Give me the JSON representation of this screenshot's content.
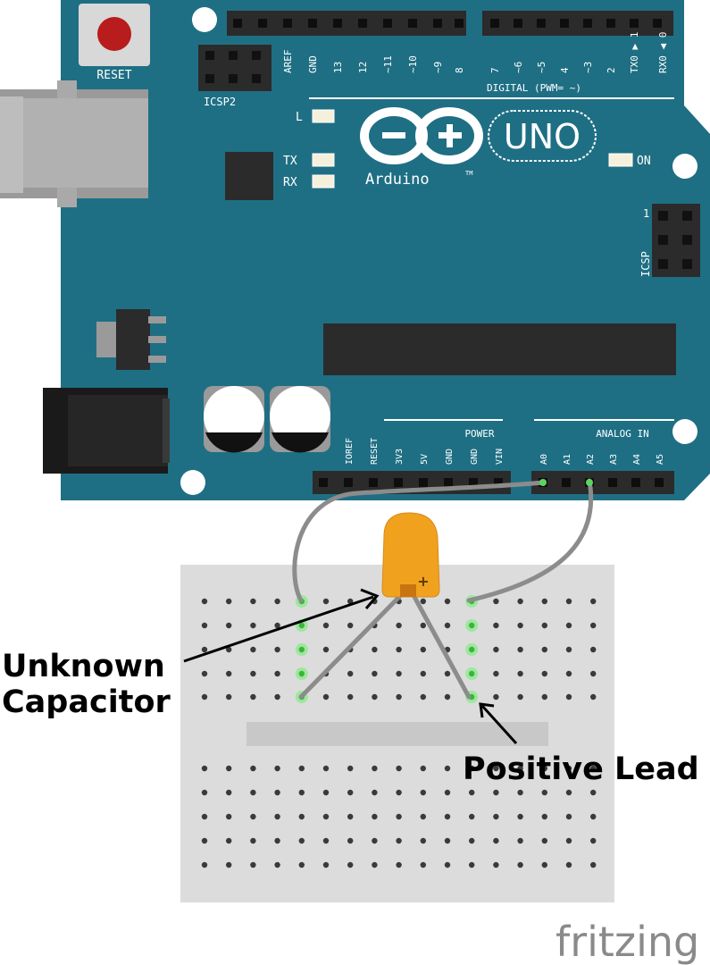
{
  "board": {
    "reset_label": "RESET",
    "icsp2_label": "ICSP2",
    "icsp_label": "ICSP",
    "icsp_pin1": "1",
    "led_l": "L",
    "led_tx": "TX",
    "led_rx": "RX",
    "led_on": "ON",
    "logo_text": "Arduino",
    "tm": "TM",
    "uno": "UNO",
    "digital_caption": "DIGITAL (PWM= ~)",
    "top_pins": [
      "AREF",
      "GND",
      "13",
      "12",
      "~11",
      "~10",
      "~9",
      "8",
      "7",
      "~6",
      "~5",
      "4",
      "~3",
      "2",
      "TX0 ▶ 1",
      "RX0 ◀ 0"
    ],
    "power_caption": "POWER",
    "power_pins": [
      "IOREF",
      "RESET",
      "3V3",
      "5V",
      "GND",
      "GND",
      "VIN"
    ],
    "analog_caption": "ANALOG IN",
    "analog_pins": [
      "A0",
      "A1",
      "A2",
      "A3",
      "A4",
      "A5"
    ],
    "colors": {
      "board": "#1f6f84",
      "header": "#2b2b2b",
      "trace": "#ffffff",
      "reset": "#b81c1c",
      "capacitor": "#f0a21e",
      "breadboard": "#dcdcdc",
      "wire": "#8c8c8c",
      "active_hole": "#5fd35f"
    }
  },
  "capacitor": {
    "polarity_mark": "+"
  },
  "annotations": {
    "unknown_line1": "Unknown",
    "unknown_line2": "Capacitor",
    "positive_lead": "Positive Lead"
  },
  "footer": {
    "brand": "fritzing"
  }
}
